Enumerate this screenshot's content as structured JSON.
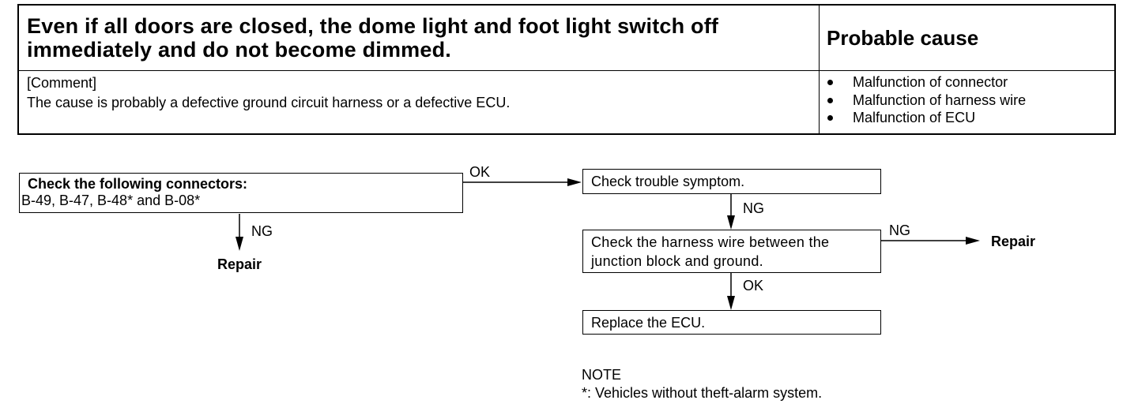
{
  "table": {
    "header_title_line1": "Even if all doors are closed, the dome light and foot light switch off",
    "header_title_line2": "immediately and do not become dimmed.",
    "header_cause": "Probable cause",
    "comment_label": "[Comment]",
    "comment_text": "The cause is probably a defective ground circuit harness or a defective ECU.",
    "causes": [
      "Malfunction of connector",
      "Malfunction of harness wire",
      "Malfunction of ECU"
    ]
  },
  "flow": {
    "check_connectors_title": "Check the following connectors:",
    "check_connectors_list": "B-49, B-47, B-48* and B-08*",
    "ok_label_1": "OK",
    "ng_label_1": "NG",
    "repair_1": "Repair",
    "check_symptom": "Check trouble symptom.",
    "ng_label_2": "NG",
    "check_harness_line1": "Check the harness wire between the",
    "check_harness_line2": "junction block and ground.",
    "ng_label_3": "NG",
    "repair_2": "Repair",
    "ok_label_2": "OK",
    "replace_ecu": "Replace the ECU."
  },
  "note": {
    "title": "NOTE",
    "text": "*: Vehicles without  theft-alarm system."
  }
}
